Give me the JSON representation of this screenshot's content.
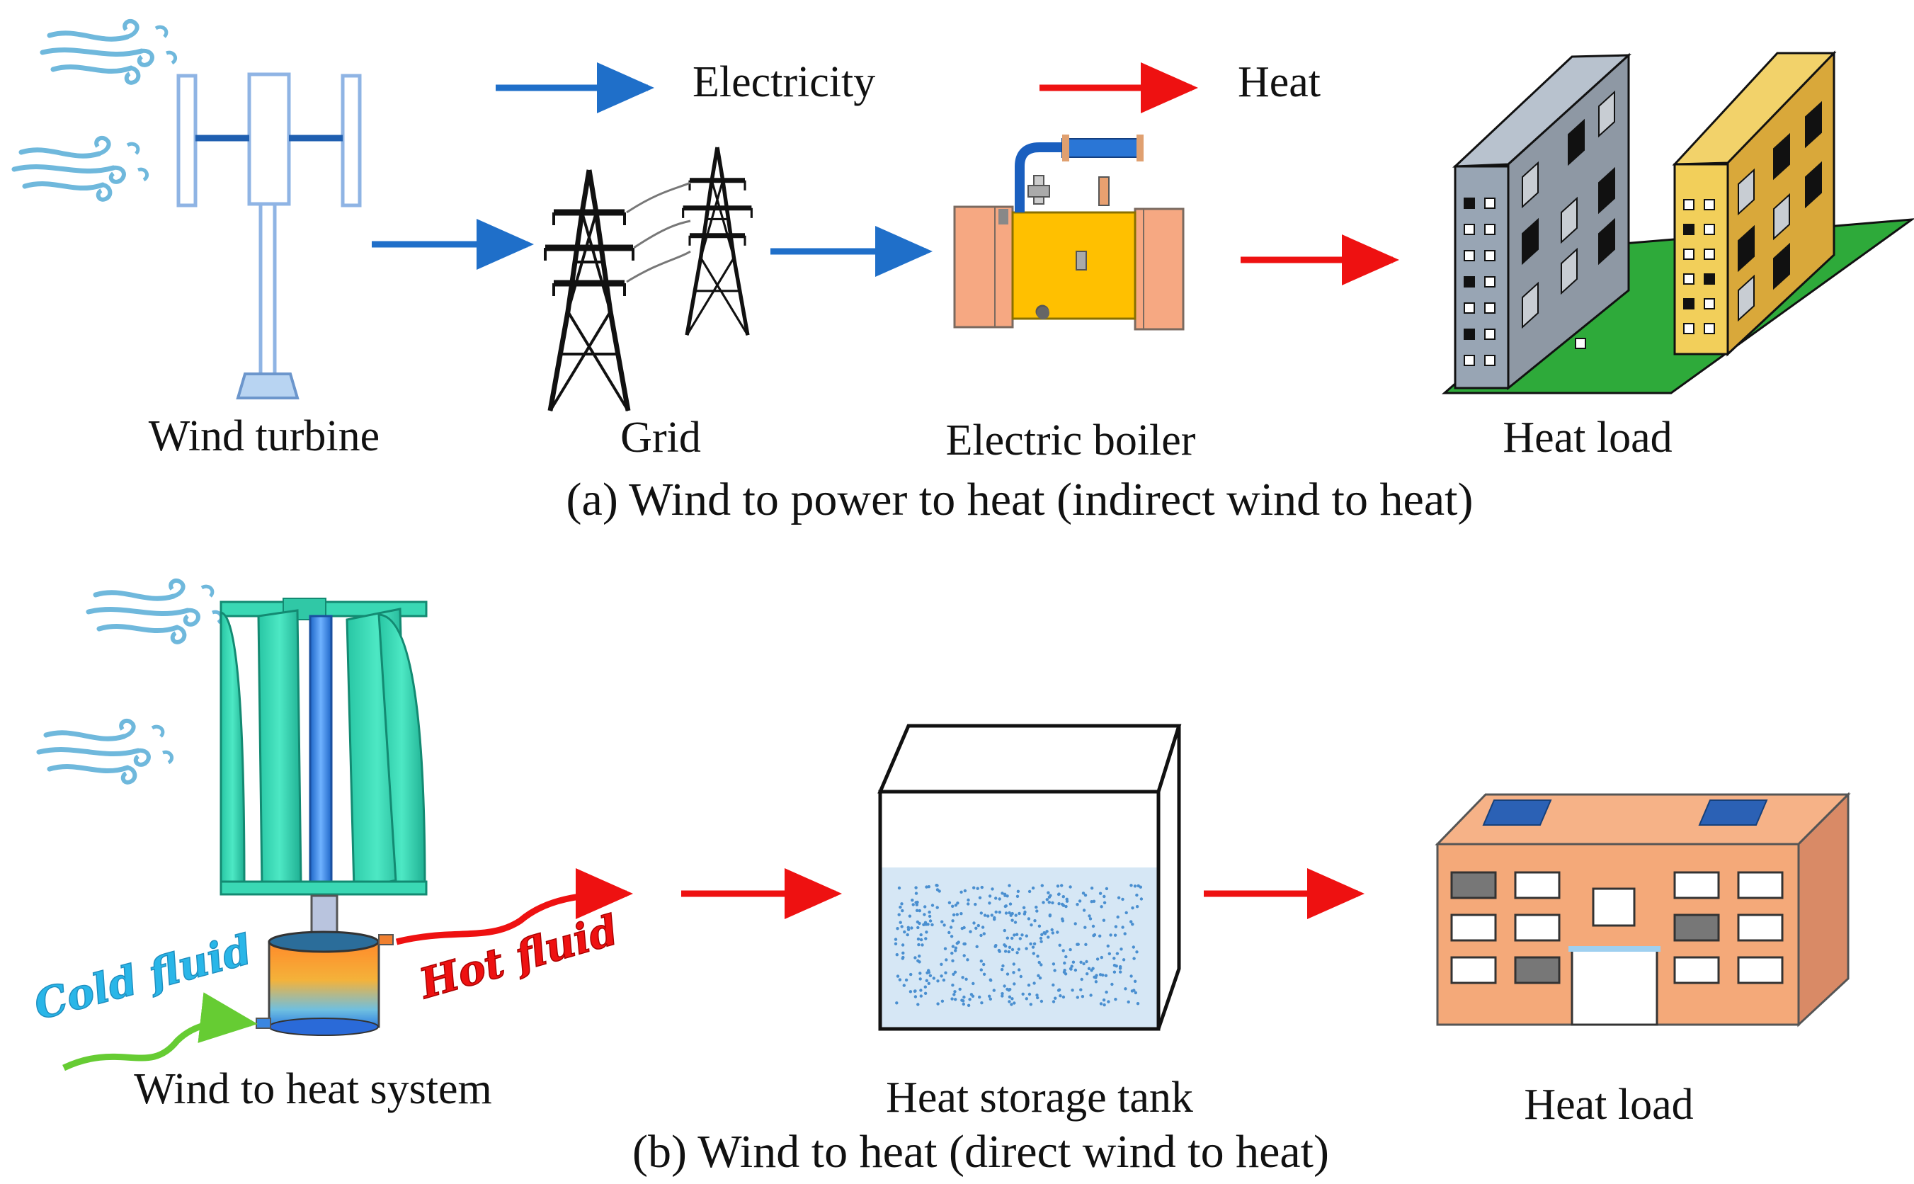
{
  "panel_a": {
    "legend": {
      "electricity": "Electricity",
      "heat": "Heat"
    },
    "labels": {
      "wind_turbine": "Wind turbine",
      "grid": "Grid",
      "electric_boiler": "Electric boiler",
      "heat_load": "Heat load"
    },
    "caption": "(a) Wind to power to heat (indirect wind to heat)"
  },
  "panel_b": {
    "labels": {
      "cold_fluid": "Cold fluid",
      "hot_fluid": "Hot fluid",
      "wind_to_heat_system": "Wind to heat system",
      "heat_storage_tank": "Heat storage tank",
      "heat_load": "Heat load"
    },
    "caption": "(b) Wind to heat (direct wind to heat)"
  },
  "colors": {
    "electricity": "#1f6fc9",
    "heat": "#ee1111",
    "cold_fluid_text": "#29b6e8",
    "cold_fluid_arrow": "#66cc33",
    "turbine_blade": "#2fd6b0",
    "boiler_body": "#ffc000",
    "building_grey": "#8e98a4",
    "building_yellow": "#e8b94a",
    "ground": "#2eaa3a",
    "house_wall": "#f4a979",
    "tank_water": "#d6e7f5"
  }
}
